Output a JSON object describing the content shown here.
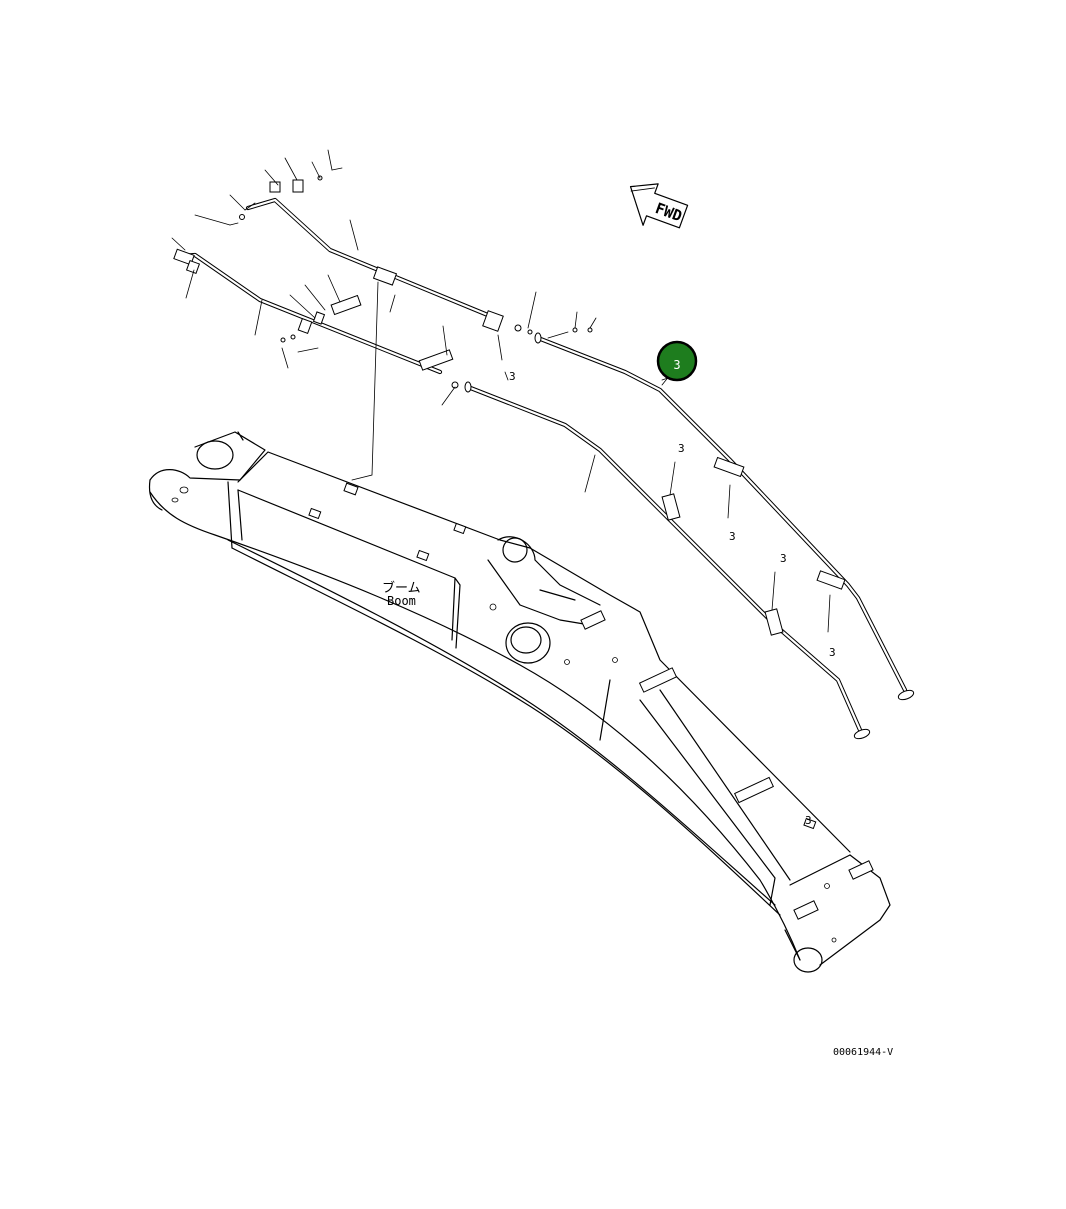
{
  "diagram": {
    "boom_label_jp": "ブーム",
    "boom_label_en": "Boom",
    "direction_label": "FWD",
    "drawing_number": "00061944-V",
    "callout": {
      "number": "3",
      "color": "#1e7d1e",
      "ring_color": "#000000",
      "text_color": "#ffffff"
    },
    "part_refs": [
      "3",
      "3",
      "3",
      "3",
      "3",
      "3"
    ]
  }
}
